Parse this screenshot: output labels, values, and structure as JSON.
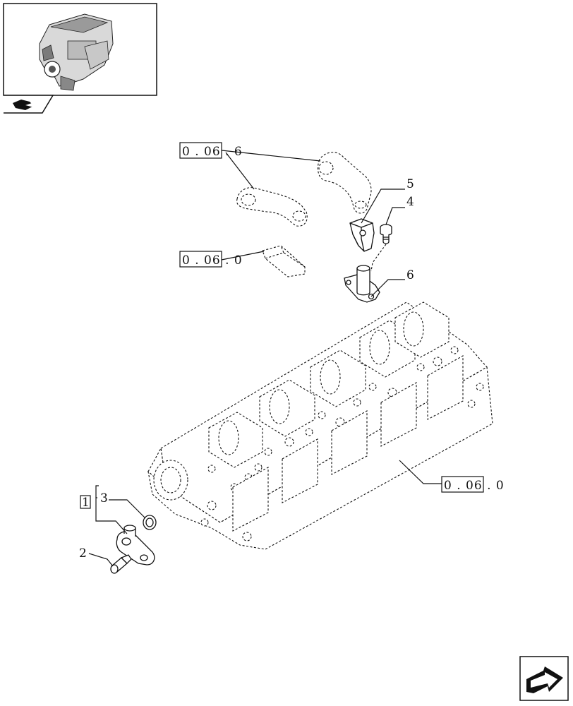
{
  "references": {
    "rocker_arms": "0 . 06 . 6",
    "bracket": "0 . 06 . 0",
    "cylinder_head": "0 . 06 . 0"
  },
  "callouts": {
    "item_1": "1",
    "item_2": "2",
    "item_3": "3",
    "item_4": "4",
    "item_5": "5",
    "item_6": "6"
  },
  "icons": {
    "engine_thumbnail": "engine-thumbnail-icon",
    "view_indicator": "view-indicator-icon",
    "next_page": "next-page-arrow-icon"
  },
  "colors": {
    "line": "#111111",
    "background": "#ffffff"
  }
}
